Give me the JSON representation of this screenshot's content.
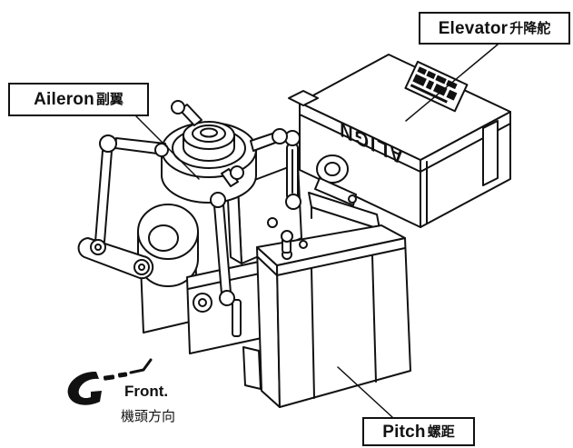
{
  "labels": {
    "elevator": {
      "en": "Elevator",
      "zh": "升降舵"
    },
    "aileron": {
      "en": "Aileron",
      "zh": "副翼"
    },
    "pitch": {
      "en": "Pitch",
      "zh": "螺距"
    },
    "front": {
      "en": "Front.",
      "zh": "機頭方向"
    }
  },
  "servo_logo": "ALIGN",
  "icons": {
    "front_direction": "front-direction-arrow-icon"
  },
  "colors": {
    "line": "#111111",
    "background": "#ffffff"
  }
}
